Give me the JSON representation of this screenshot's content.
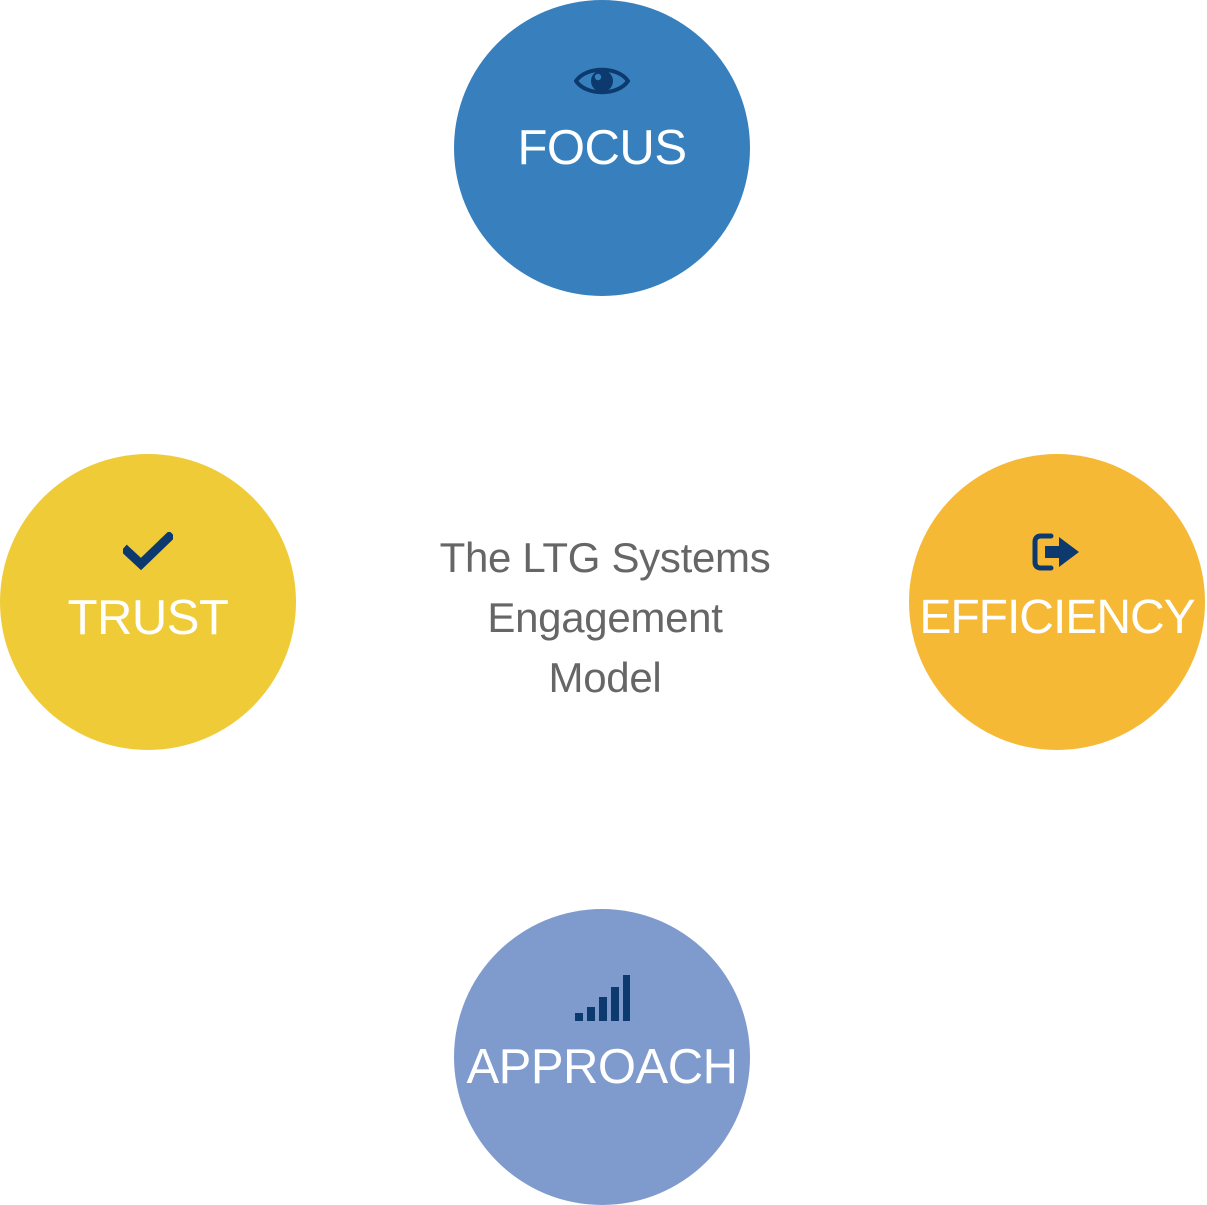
{
  "colors": {
    "focus": "#3780bd",
    "trust": "#efcb38",
    "efficiency": "#f6b936",
    "approach": "#7f9acd",
    "icon": "#0d3a6e",
    "center_text": "#666666"
  },
  "center": {
    "title_lines": [
      "The LTG Systems",
      "Engagement",
      "Model"
    ]
  },
  "nodes": [
    {
      "key": "focus",
      "label": "FOCUS",
      "icon": "eye-icon"
    },
    {
      "key": "trust",
      "label": "TRUST",
      "icon": "checkmark-icon"
    },
    {
      "key": "efficiency",
      "label": "EFFICIENCY",
      "icon": "sign-out-arrow-icon"
    },
    {
      "key": "approach",
      "label": "APPROACH",
      "icon": "signal-bars-icon"
    }
  ]
}
